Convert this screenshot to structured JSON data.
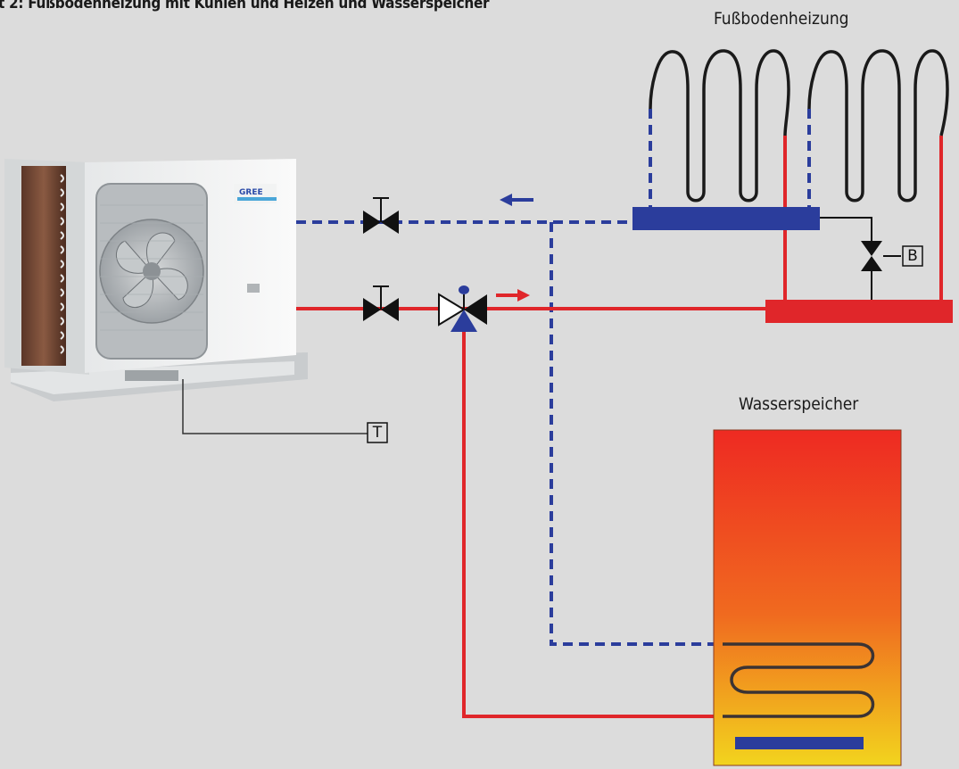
{
  "title": "t 2: Fußbodenheizung mit Kühlen und Heizen und Wasserspeicher",
  "labels": {
    "floor_heating": "Fußbodenheizung",
    "water_tank": "Wasserspeicher",
    "sensor_t": "T",
    "valve_b": "B"
  },
  "unit": {
    "brand": "GREE"
  },
  "colors": {
    "background": "#dcdcdc",
    "return_line": "#2b3d9c",
    "supply_line": "#e0262a",
    "tank_top": "#ee2a22",
    "tank_bottom": "#f2d41e",
    "valve": "#111111",
    "fan_unit_body": "#f2f3f3"
  }
}
